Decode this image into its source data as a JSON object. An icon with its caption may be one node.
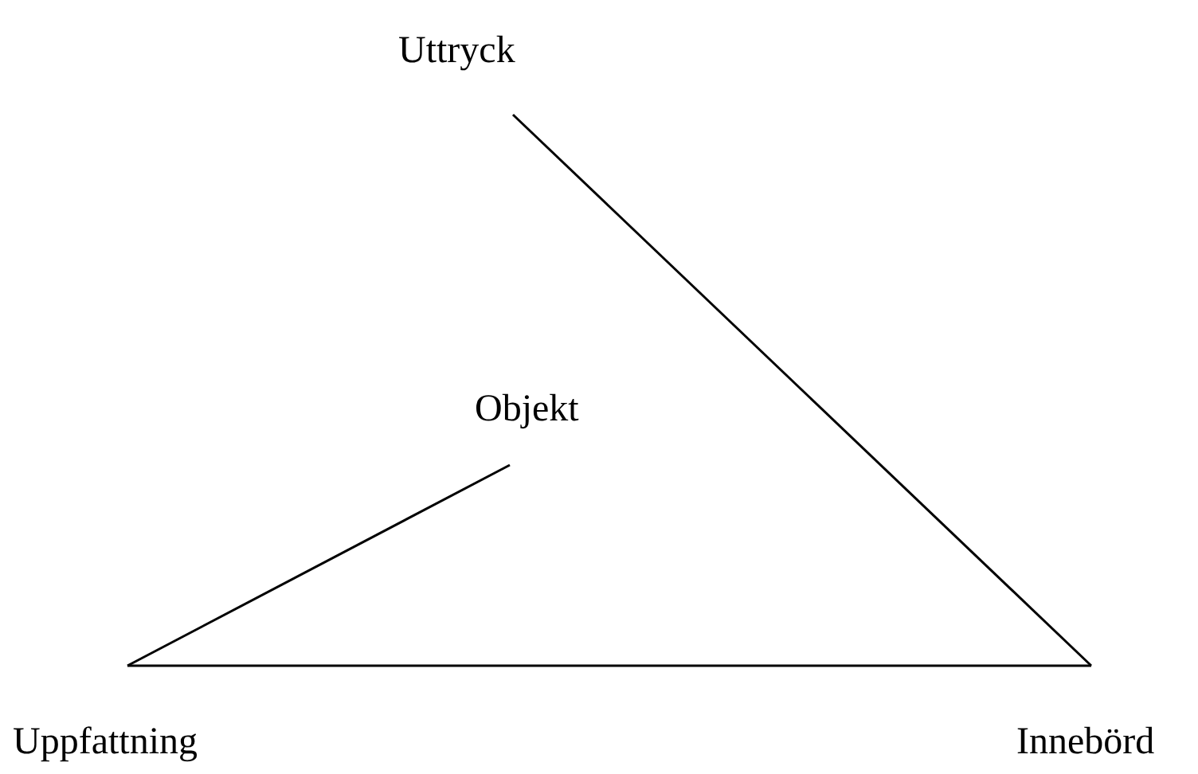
{
  "diagram": {
    "nodes": [
      {
        "text": [
          "Uttryck"
        ]
      },
      {
        "text": [
          "Objekt"
        ]
      },
      {
        "text": [
          "Uppfattning"
        ]
      },
      {
        "text": [
          "Innebörd"
        ]
      }
    ],
    "edges": [
      {
        "from": 0,
        "to": 3,
        "arrow": "none"
      },
      {
        "from": 1,
        "to": 2,
        "arrow": "none"
      },
      {
        "from": 2,
        "to": 3,
        "arrow": "none"
      }
    ]
  }
}
